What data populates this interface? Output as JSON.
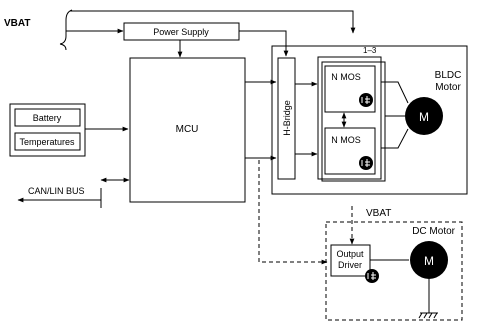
{
  "labels": {
    "vbat_top": "VBAT",
    "power_supply": "Power Supply",
    "mcu": "MCU",
    "battery": "Battery",
    "temperatures": "Temperatures",
    "can_lin_bus": "CAN/LIN BUS",
    "h_bridge": "H-Bridge",
    "range": "1–3",
    "nmos_top": "N MOS",
    "nmos_bottom": "N MOS",
    "bldc_line1": "BLDC",
    "bldc_line2": "Motor",
    "motor_bldc": "M",
    "vbat_dc": "VBAT",
    "dc_motor": "DC Motor",
    "output_driver_line1": "Output",
    "output_driver_line2": "Driver",
    "motor_dc": "M"
  }
}
